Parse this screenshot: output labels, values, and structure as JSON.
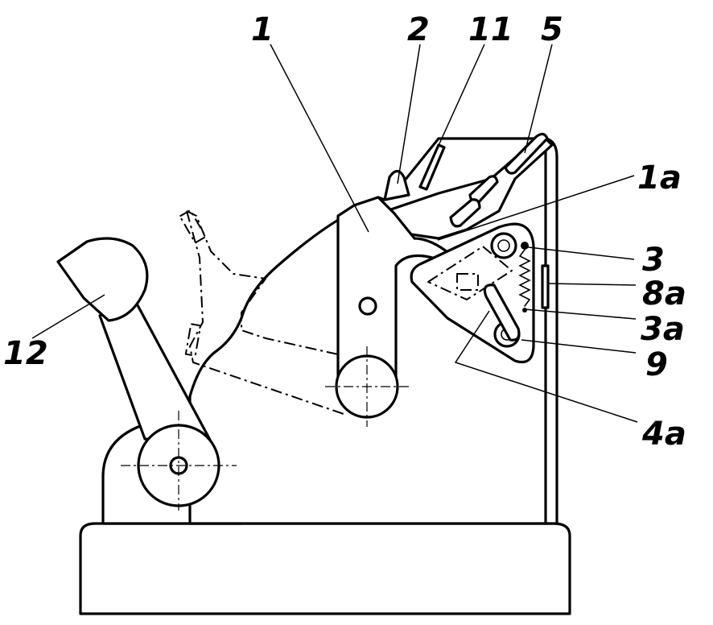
{
  "figure": {
    "callouts": {
      "c1": "1",
      "c2": "2",
      "c11": "11",
      "c5": "5",
      "c1a": "1a",
      "c3": "3",
      "c8a": "8a",
      "c3a": "3a",
      "c9": "9",
      "c4a": "4a",
      "c12": "12"
    }
  }
}
